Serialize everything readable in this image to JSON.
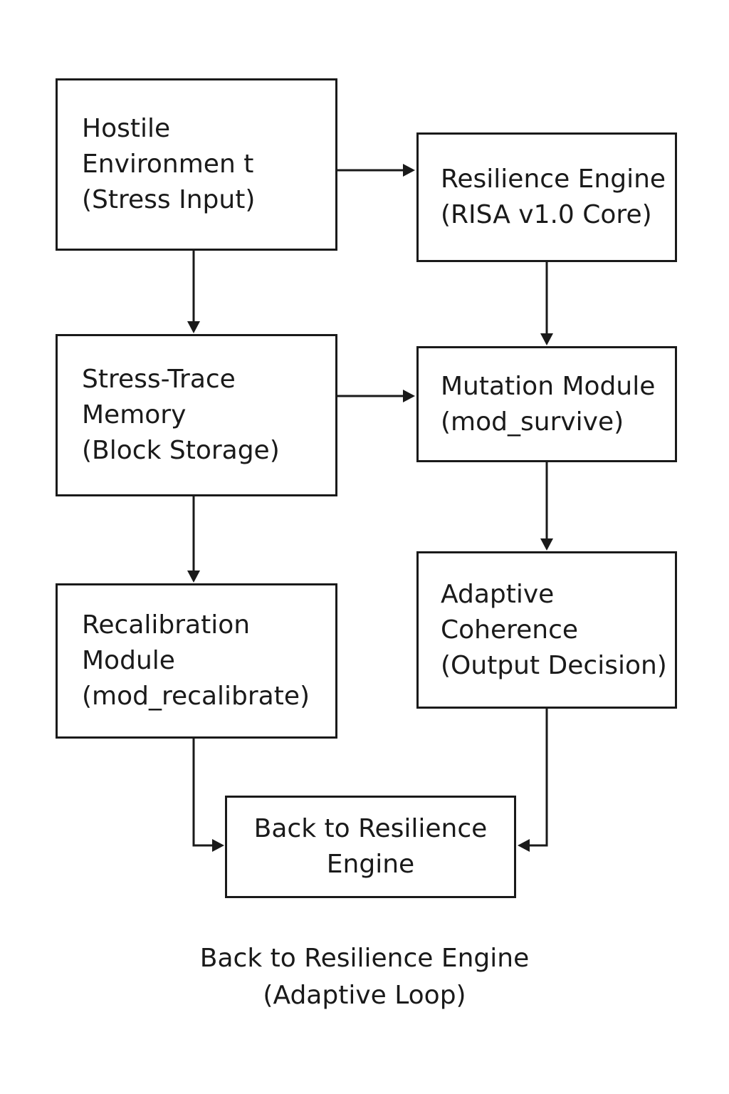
{
  "diagram": {
    "nodes": {
      "hostile": {
        "lines": [
          "Hostile",
          "Environmen t",
          "(Stress Input)"
        ]
      },
      "resilience": {
        "lines": [
          "Resilience Engine",
          "(RISA v1.0 Core)"
        ]
      },
      "stress_trace": {
        "lines": [
          "Stress-Trace",
          "Memory",
          "(Block Storage)"
        ]
      },
      "mutation": {
        "lines": [
          "Mutation Module",
          "(mod_survive)"
        ]
      },
      "recalibration": {
        "lines": [
          "Recalibration",
          "Module",
          "(mod_recalibrate)"
        ]
      },
      "adaptive": {
        "lines": [
          "Adaptive",
          "Coherence",
          "(Output Decision)"
        ]
      },
      "back": {
        "lines": [
          "Back to Resilience",
          "Engine"
        ]
      }
    },
    "footer": {
      "lines": [
        "Back to Resilience Engine",
        "(Adaptive Loop)"
      ]
    },
    "edges": [
      {
        "from": "hostile",
        "to": "resilience"
      },
      {
        "from": "hostile",
        "to": "stress_trace"
      },
      {
        "from": "resilience",
        "to": "mutation"
      },
      {
        "from": "stress_trace",
        "to": "mutation"
      },
      {
        "from": "stress_trace",
        "to": "recalibration"
      },
      {
        "from": "mutation",
        "to": "adaptive"
      },
      {
        "from": "recalibration",
        "to": "back"
      },
      {
        "from": "adaptive",
        "to": "back"
      }
    ]
  }
}
